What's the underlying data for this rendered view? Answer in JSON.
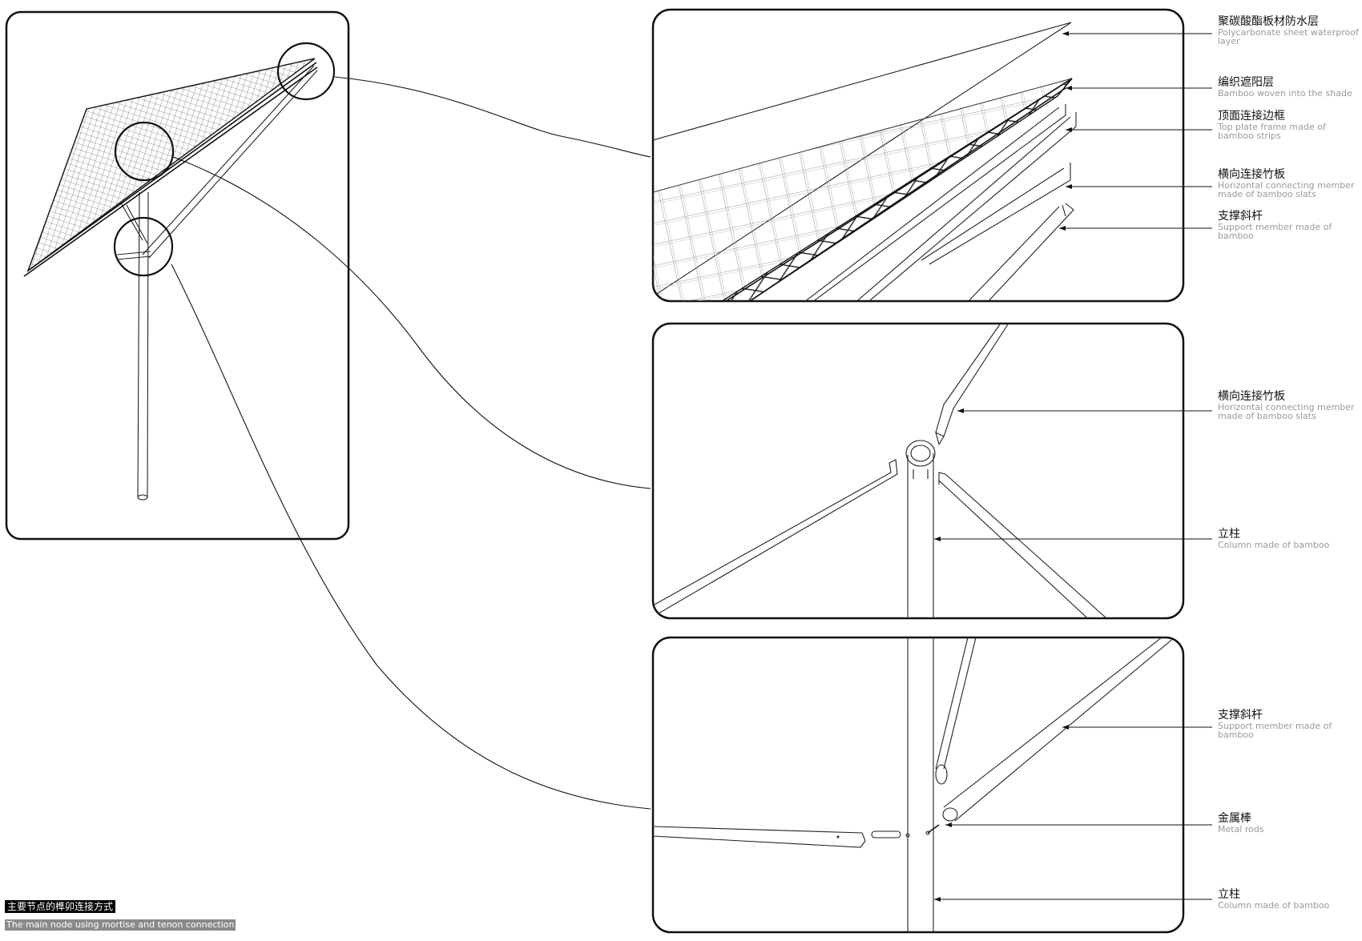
{
  "labels": {
    "panel1": [
      {
        "zh": "聚碳酸酯板材防水层",
        "en": "Polycarbonate sheet waterproof layer"
      },
      {
        "zh": "编织遮阳层",
        "en": "Bamboo woven into the shade"
      },
      {
        "zh": "顶面连接边框",
        "en": "Top plate frame made of bamboo strips"
      },
      {
        "zh": "横向连接竹板",
        "en": "Horizontal connecting member made of bamboo slats"
      },
      {
        "zh": "支撑斜杆",
        "en": "Support member made of bamboo"
      }
    ],
    "panel2": [
      {
        "zh": "横向连接竹板",
        "en": "Horizontal connecting member made of bamboo slats"
      },
      {
        "zh": "立柱",
        "en": "Column made of bamboo"
      }
    ],
    "panel3": [
      {
        "zh": "支撑斜杆",
        "en": "Support member made of bamboo"
      },
      {
        "zh": "金属棒",
        "en": "Metal rods"
      },
      {
        "zh": "立柱",
        "en": "Column made of bamboo"
      }
    ]
  },
  "caption": {
    "zh": "主要节点的榫卯连接方式",
    "en": "The main node using mortise and tenon connection"
  }
}
